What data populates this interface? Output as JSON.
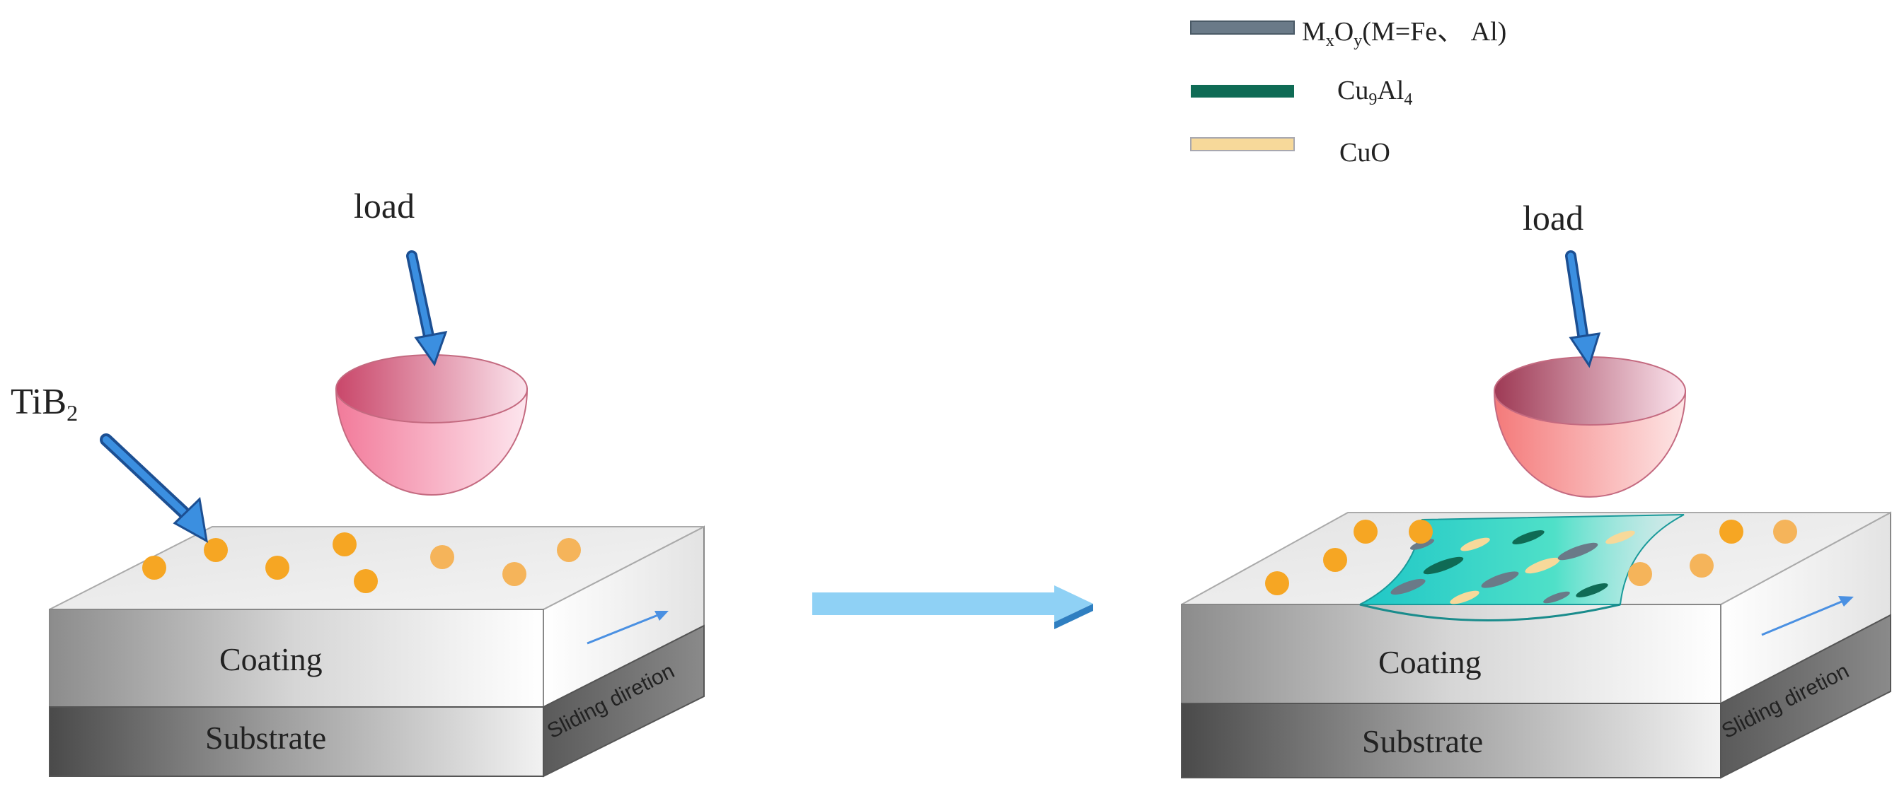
{
  "legend": {
    "items": [
      {
        "main": "M",
        "sub1": "x",
        "mid": "O",
        "sub2": "y",
        "tail": "(M=Fe、 Al)",
        "color": "#6a7a88"
      },
      {
        "main": "Cu",
        "sub1": "9",
        "mid": "Al",
        "sub2": "4",
        "tail": "",
        "color": "#0f6b55"
      },
      {
        "main": "CuO",
        "sub1": "",
        "mid": "",
        "sub2": "",
        "tail": "",
        "color": "#f7d99a"
      }
    ]
  },
  "left_panel": {
    "load_label": "load",
    "particle_label_main": "TiB",
    "particle_label_sub": "2",
    "coating_label": "Coating",
    "substrate_label": "Substrate",
    "sliding_label": "Sliding diretion"
  },
  "right_panel": {
    "load_label": "load",
    "coating_label": "Coating",
    "substrate_label": "Substrate",
    "sliding_label": "Sliding diretion"
  },
  "colors": {
    "arrow_blue": "#3b8fe0",
    "arrow_dark": "#1c4f92",
    "particle": "#f6a623",
    "particle_faded": "#f5b45a",
    "transition_arrow": "#8fd1f5",
    "wear_track": "#33d6c4"
  }
}
